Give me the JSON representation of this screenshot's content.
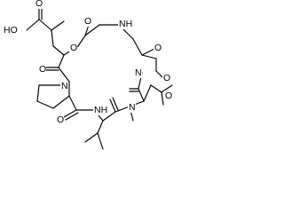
{
  "structure": {
    "type": "skeletal-formula",
    "labels": {
      "ho": "HO",
      "o_acid": "O",
      "o_ester_carbonyl": "O",
      "o_ester_ring": "O",
      "nh_top": "NH",
      "o_amide_top_right": "O",
      "o_amide_left": "O",
      "n_proline": "N",
      "n_methyl_right": "N",
      "o_amide_right": "O",
      "n_methyl_lower": "N",
      "o_amide_bottom_right": "O",
      "o_amide_bottom_left": "O",
      "nh_bottom": "NH"
    }
  }
}
